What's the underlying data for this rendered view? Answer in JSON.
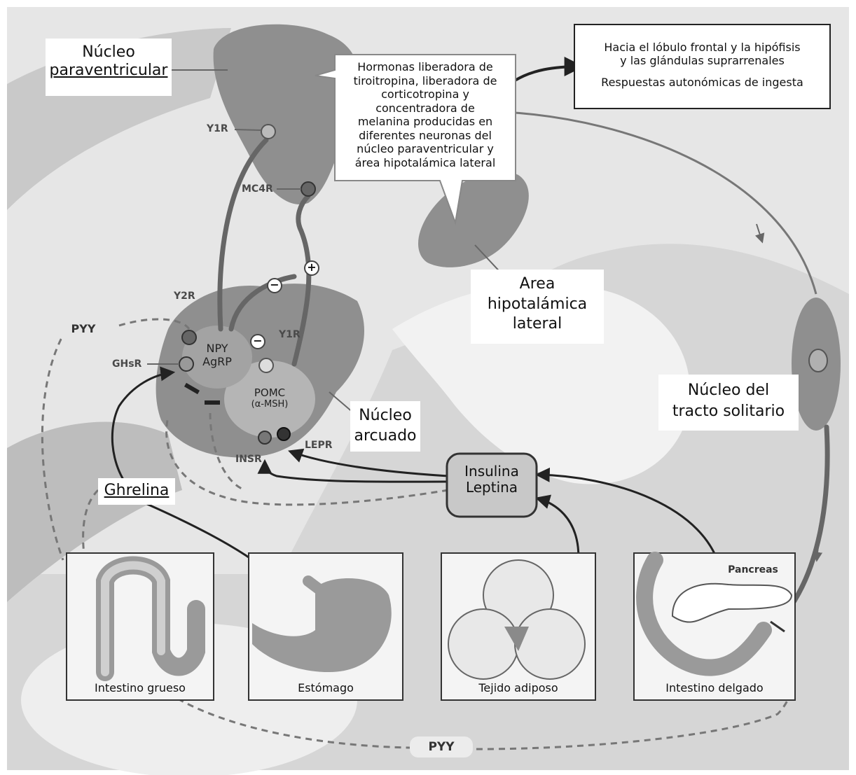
{
  "labels": {
    "paraventricular": [
      "Núcleo",
      "paraventricular"
    ],
    "hormones": [
      "Hormonas liberadora de",
      "tiroitropina, liberadora de",
      "corticotropina y",
      "concentradora de",
      "melanina producidas en",
      "diferentes neuronas del",
      "núcleo paraventricular y",
      "área hipotalámica lateral"
    ],
    "frontal": [
      "Hacia el lóbulo frontal y la hipófisis",
      "y las glándulas suprarrenales",
      "Respuestas autonómicas de ingesta"
    ],
    "lateral": [
      "Area",
      "hipotalámica",
      "lateral"
    ],
    "solitario": [
      "Núcleo del",
      "tracto solitario"
    ],
    "arcuado": [
      "Núcleo",
      "arcuado"
    ],
    "ghrelina": "Ghrelina",
    "insulina_leptina": [
      "Insulina",
      "Leptina"
    ]
  },
  "receptors": {
    "y1r_top": "Y1R",
    "mc4r": "MC4R",
    "y2r": "Y2R",
    "ghsr": "GHsR",
    "y1r_mid": "Y1R",
    "insr": "INSR",
    "lepr": "LEPR"
  },
  "neurons": {
    "npy": "NPY",
    "agrp": "AgRP",
    "pomc": "POMC",
    "msh": "(α-MSH)"
  },
  "signs": {
    "minus": "−",
    "plus": "+"
  },
  "pyy_top": "PYY",
  "pyy_bottom": "PYY",
  "panels": {
    "grueso": "Intestino grueso",
    "estomago": "Estómago",
    "adiposo": "Tejido adiposo",
    "delgado": "Intestino delgado",
    "pancreas": "Pancreas"
  },
  "colors": {
    "nucleus": "#8a8a8a",
    "background": "#d8d8d8",
    "arrow": "#222222"
  }
}
